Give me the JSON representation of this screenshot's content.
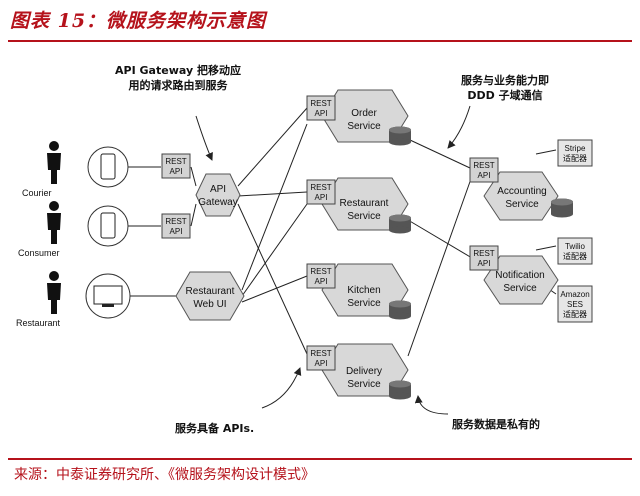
{
  "header": {
    "title": "图表 15：微服务架构示意图"
  },
  "footer": {
    "source": "来源：中泰证券研究所、《微服务架构设计模式》"
  },
  "notes": {
    "gateway_line1": "API Gateway 把移动应",
    "gateway_line2": "用的请求路由到服务",
    "ddd_line1": "服务与业务能力即",
    "ddd_line2": "DDD 子域通信",
    "apis": "服务具备 APIs.",
    "private_data": "服务数据是私有的"
  },
  "clients": [
    {
      "role": "Courier",
      "device": "phone"
    },
    {
      "role": "Consumer",
      "device": "phone"
    },
    {
      "role": "Restaurant",
      "device": "monitor"
    }
  ],
  "rest_label": {
    "line1": "REST",
    "line2": "API"
  },
  "front": {
    "gateway": {
      "line1": "API",
      "line2": "Gateway"
    },
    "webui": {
      "line1": "Restaurant",
      "line2": "Web UI"
    }
  },
  "services": [
    {
      "line1": "Order",
      "line2": "Service"
    },
    {
      "line1": "Restaurant",
      "line2": "Service"
    },
    {
      "line1": "Kitchen",
      "line2": "Service"
    },
    {
      "line1": "Delivery",
      "line2": "Service"
    },
    {
      "line1": "Accounting",
      "line2": "Service"
    },
    {
      "line1": "Notification",
      "line2": "Service"
    }
  ],
  "external": [
    {
      "line1": "Stripe",
      "line2": "适配器"
    },
    {
      "line1": "Twilio",
      "line2": "适配器"
    },
    {
      "line1": "Amazon",
      "line2": "SES",
      "line3": "适配器"
    }
  ]
}
